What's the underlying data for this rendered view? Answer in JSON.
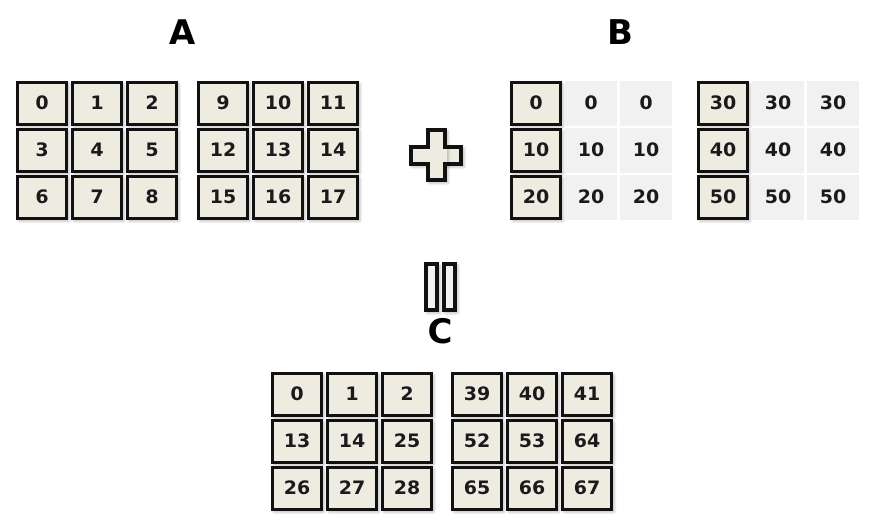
{
  "figure": {
    "title": "",
    "background": "#ffffff",
    "solid_fill": "#EEECE1",
    "ghost_fill": "#F1F1F1",
    "border_color": "#111111",
    "text_color": "#1a1a1a"
  },
  "operands": {
    "a": {
      "label": "A",
      "blocks": [
        {
          "name": "a-block-0",
          "rows": [
            [
              {
                "value": "0",
                "kind": "solid"
              },
              {
                "value": "1",
                "kind": "solid"
              },
              {
                "value": "2",
                "kind": "solid"
              }
            ],
            [
              {
                "value": "3",
                "kind": "solid"
              },
              {
                "value": "4",
                "kind": "solid"
              },
              {
                "value": "5",
                "kind": "solid"
              }
            ],
            [
              {
                "value": "6",
                "kind": "solid"
              },
              {
                "value": "7",
                "kind": "solid"
              },
              {
                "value": "8",
                "kind": "solid"
              }
            ]
          ]
        },
        {
          "name": "a-block-1",
          "rows": [
            [
              {
                "value": "9",
                "kind": "solid"
              },
              {
                "value": "10",
                "kind": "solid"
              },
              {
                "value": "11",
                "kind": "solid"
              }
            ],
            [
              {
                "value": "12",
                "kind": "solid"
              },
              {
                "value": "13",
                "kind": "solid"
              },
              {
                "value": "14",
                "kind": "solid"
              }
            ],
            [
              {
                "value": "15",
                "kind": "solid"
              },
              {
                "value": "16",
                "kind": "solid"
              },
              {
                "value": "17",
                "kind": "solid"
              }
            ]
          ]
        }
      ]
    },
    "b": {
      "label": "B",
      "blocks": [
        {
          "name": "b-block-0",
          "rows": [
            [
              {
                "value": "0",
                "kind": "solid"
              },
              {
                "value": "0",
                "kind": "ghost"
              },
              {
                "value": "0",
                "kind": "ghost"
              }
            ],
            [
              {
                "value": "10",
                "kind": "solid"
              },
              {
                "value": "10",
                "kind": "ghost"
              },
              {
                "value": "10",
                "kind": "ghost"
              }
            ],
            [
              {
                "value": "20",
                "kind": "solid"
              },
              {
                "value": "20",
                "kind": "ghost"
              },
              {
                "value": "20",
                "kind": "ghost"
              }
            ]
          ]
        },
        {
          "name": "b-block-1",
          "rows": [
            [
              {
                "value": "30",
                "kind": "solid"
              },
              {
                "value": "30",
                "kind": "ghost"
              },
              {
                "value": "30",
                "kind": "ghost"
              }
            ],
            [
              {
                "value": "40",
                "kind": "solid"
              },
              {
                "value": "40",
                "kind": "ghost"
              },
              {
                "value": "40",
                "kind": "ghost"
              }
            ],
            [
              {
                "value": "50",
                "kind": "solid"
              },
              {
                "value": "50",
                "kind": "ghost"
              },
              {
                "value": "50",
                "kind": "ghost"
              }
            ]
          ]
        }
      ]
    },
    "c": {
      "label": "C",
      "blocks": [
        {
          "name": "c-block-0",
          "rows": [
            [
              {
                "value": "0",
                "kind": "solid"
              },
              {
                "value": "1",
                "kind": "solid"
              },
              {
                "value": "2",
                "kind": "solid"
              }
            ],
            [
              {
                "value": "13",
                "kind": "solid"
              },
              {
                "value": "14",
                "kind": "solid"
              },
              {
                "value": "25",
                "kind": "solid"
              }
            ],
            [
              {
                "value": "26",
                "kind": "solid"
              },
              {
                "value": "27",
                "kind": "solid"
              },
              {
                "value": "28",
                "kind": "solid"
              }
            ]
          ]
        },
        {
          "name": "c-block-1",
          "rows": [
            [
              {
                "value": "39",
                "kind": "solid"
              },
              {
                "value": "40",
                "kind": "solid"
              },
              {
                "value": "41",
                "kind": "solid"
              }
            ],
            [
              {
                "value": "52",
                "kind": "solid"
              },
              {
                "value": "53",
                "kind": "solid"
              },
              {
                "value": "64",
                "kind": "solid"
              }
            ],
            [
              {
                "value": "65",
                "kind": "solid"
              },
              {
                "value": "66",
                "kind": "solid"
              },
              {
                "value": "67",
                "kind": "solid"
              }
            ]
          ]
        }
      ]
    }
  },
  "operators": {
    "plus": {
      "icon": "plus-icon",
      "symbol": "+"
    },
    "equals": {
      "icon": "equals-icon",
      "symbol": "="
    }
  }
}
